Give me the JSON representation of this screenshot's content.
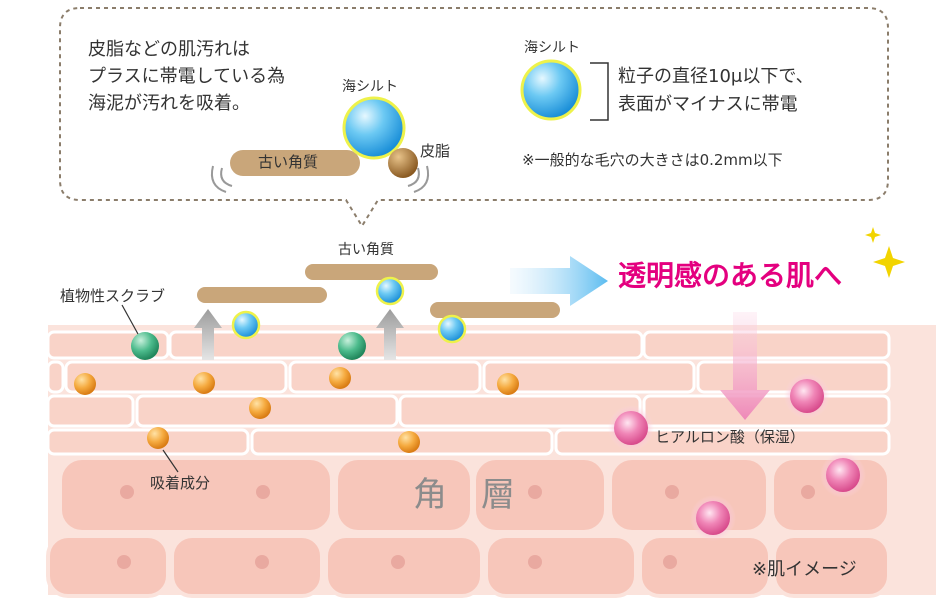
{
  "callout": {
    "left_text": [
      "皮脂などの肌汚れは",
      "プラスに帯電している為",
      "海泥が汚れを吸着。"
    ],
    "sea_silt_label": "海シルト",
    "keratin_label": "古い角質",
    "sebum_label": "皮脂",
    "legend_label": "海シルト",
    "legend_desc": [
      "粒子の直径10μ以下で、",
      "表面がマイナスに帯電"
    ],
    "footnote": "※一般的な毛穴の大きさは0.2mm以下"
  },
  "diagram": {
    "keratin_label": "古い角質",
    "scrub_label": "植物性スクラブ",
    "absorption_label": "吸着成分",
    "result_label": "透明感のある肌へ",
    "hyaluronic_label": "ヒアルロン酸（保湿）",
    "layer_label": "角　層",
    "image_note": "※肌イメージ"
  },
  "colors": {
    "dashed_border": "#8b7d6b",
    "keratin": "#c9a67a",
    "silt_blue": "#2fa6ea",
    "silt_ring": "#eef24a",
    "sebum": "#a97a3e",
    "scrub_green": "#3aa97a",
    "absorb_orange": "#f0a23a",
    "hyaluronic_pink": "#e8609a",
    "result_text": "#e4007f",
    "arrow_blue": "#74c6f2",
    "arrow_pink": "#f19bc0",
    "skin_cell": "#f9d3c8",
    "skin_line": "#ffffff",
    "nucleus": "#e9a9a0"
  }
}
